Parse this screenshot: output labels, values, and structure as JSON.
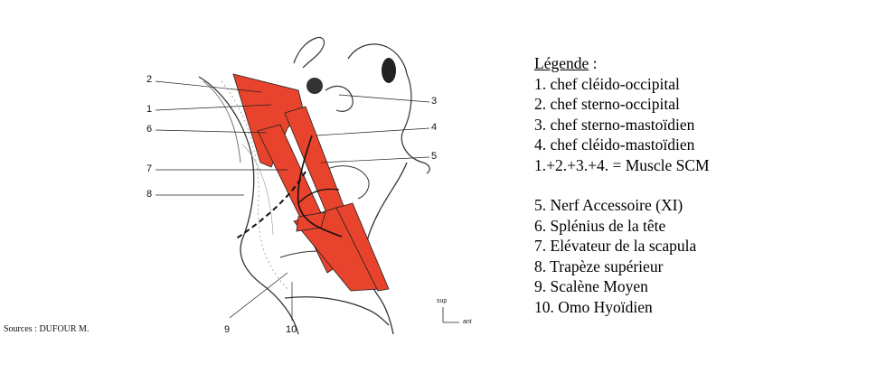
{
  "legend": {
    "title": "Légende",
    "title_suffix": " :",
    "group1": [
      "1. chef cléido-occipital",
      "2. chef sterno-occipital",
      "3. chef sterno-mastoïdien",
      "4. chef cléido-mastoïdien",
      "1.+2.+3.+4. = Muscle SCM"
    ],
    "group2": [
      "5. Nerf Accessoire (XI)",
      "6. Splénius de la tête",
      "7. Elévateur de la scapula",
      "8. Trapèze supérieur",
      "9. Scalène Moyen",
      "10. Omo Hyoïdien"
    ]
  },
  "figure": {
    "labels": [
      "1",
      "2",
      "3",
      "4",
      "5",
      "6",
      "7",
      "8",
      "9",
      "10"
    ],
    "orientation": {
      "up": "sup",
      "right": "ant"
    }
  },
  "source_text": "Sources :  DUFOUR M.",
  "colors": {
    "muscle": "#e8432c",
    "outline": "#222222"
  }
}
